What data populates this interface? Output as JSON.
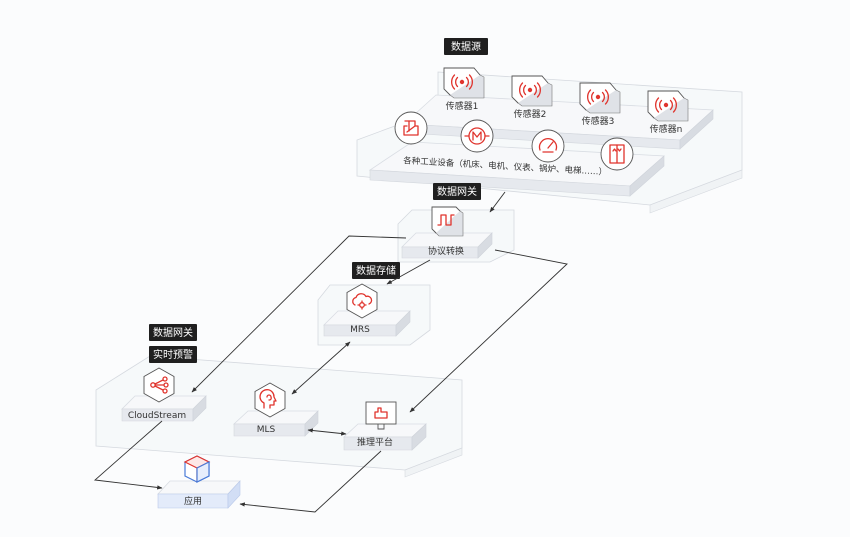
{
  "tags": {
    "data_source": "数据源",
    "data_gateway": "数据网关",
    "data_storage": "数据存储",
    "data_gateway_2": "数据网关",
    "realtime_alert": "实时预警"
  },
  "sensors": [
    "传感器1",
    "传感器2",
    "传感器3",
    "传感器n"
  ],
  "industrial_devices_label": "各种工业设备（机床、电机、仪表、锅炉、电梯……）",
  "nodes": {
    "protocol_conversion": "协议转换",
    "mrs": "MRS",
    "cloudstream": "CloudStream",
    "mls": "MLS",
    "inference_platform": "推理平台",
    "application": "应用"
  },
  "colors": {
    "accent_red": "#e0342d",
    "tag_bg": "#1f1f1f",
    "app_blue": "#4a7bd8"
  },
  "icons": {
    "sensor": "wireless-signal-icon",
    "devices": [
      "machine-tool-icon",
      "motor-icon",
      "gauge-icon",
      "elevator-icon"
    ],
    "protocol": "square-wave-icon",
    "mrs": "cloud-gear-icon",
    "cloudstream": "stream-nodes-icon",
    "mls": "brain-head-icon",
    "inference": "monitor-hand-icon",
    "application": "cube-icon"
  }
}
